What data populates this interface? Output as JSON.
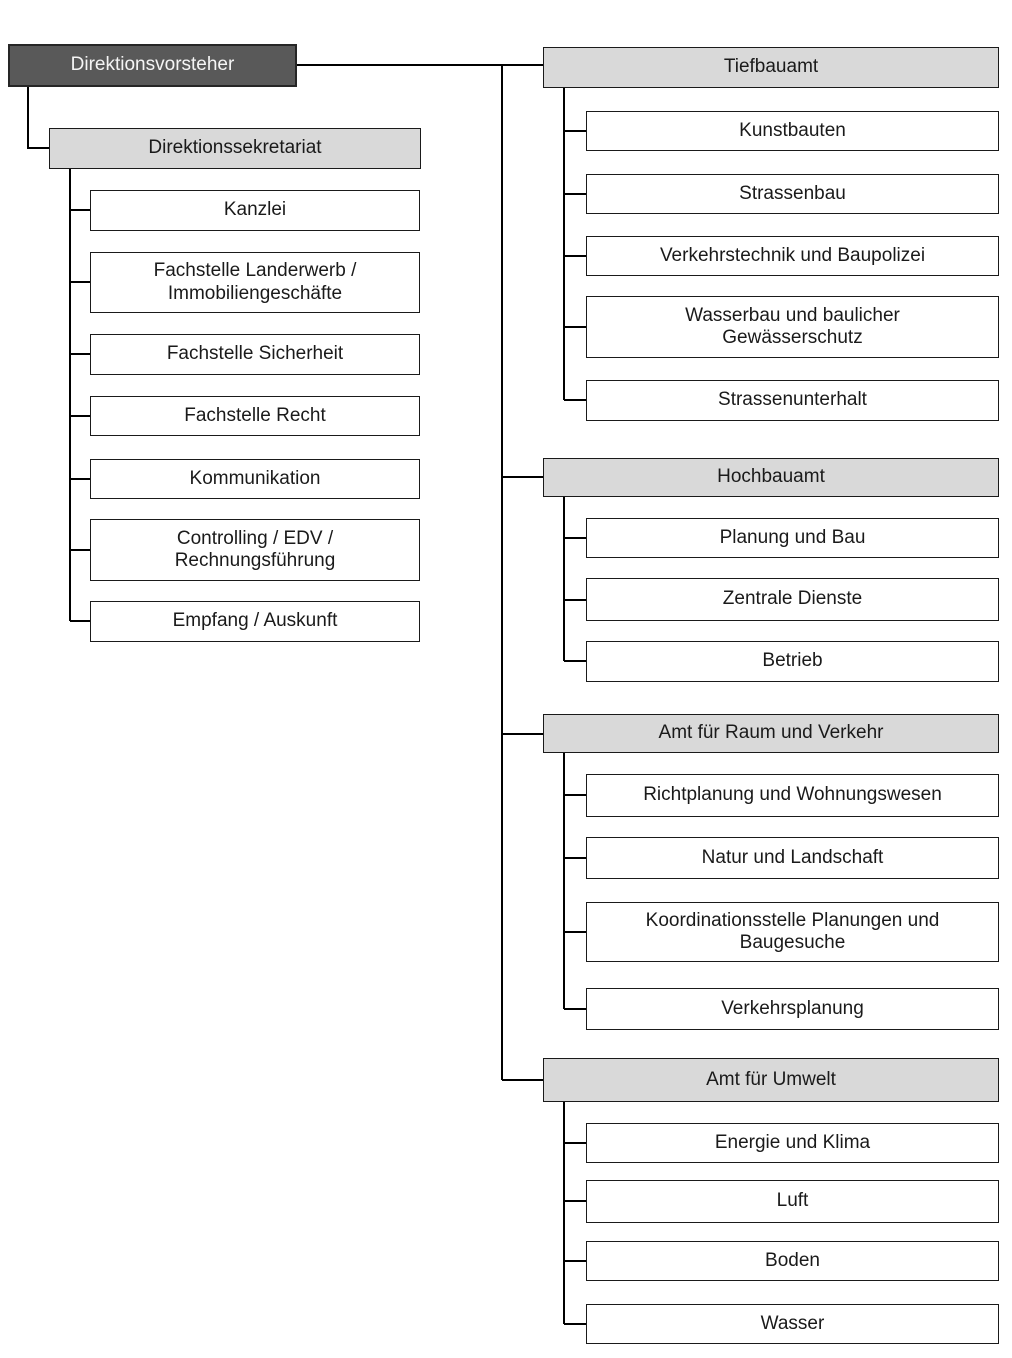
{
  "org": {
    "root": {
      "label": "Direktionsvorsteher"
    },
    "secretariat": {
      "label": "Direktionssekretariat",
      "children": [
        "Kanzlei",
        "Fachstelle Landerwerb /\nImmobiliengeschäfte",
        "Fachstelle Sicherheit",
        "Fachstelle Recht",
        "Kommunikation",
        "Controlling  /  EDV /\nRechnungsführung",
        "Empfang / Auskunft"
      ]
    },
    "departments": [
      {
        "label": "Tiefbauamt",
        "children": [
          "Kunstbauten",
          "Strassenbau",
          "Verkehrstechnik und Baupolizei",
          "Wasserbau und baulicher\nGewässerschutz",
          "Strassenunterhalt"
        ]
      },
      {
        "label": "Hochbauamt",
        "children": [
          "Planung und Bau",
          "Zentrale Dienste",
          "Betrieb"
        ]
      },
      {
        "label": "Amt für Raum und Verkehr",
        "children": [
          "Richtplanung und Wohnungswesen",
          "Natur und Landschaft",
          "Koordinationsstelle Planungen und\nBaugesuche",
          "Verkehrsplanung"
        ]
      },
      {
        "label": "Amt für Umwelt",
        "children": [
          "Energie und Klima",
          "Luft",
          "Boden",
          "Wasser"
        ]
      }
    ],
    "colors": {
      "root_fill": "#595959",
      "root_text": "#f5f5f5",
      "header_fill": "#d9d9d9",
      "box_fill": "#ffffff",
      "border": "#1a1a1a",
      "line": "#000000"
    }
  }
}
